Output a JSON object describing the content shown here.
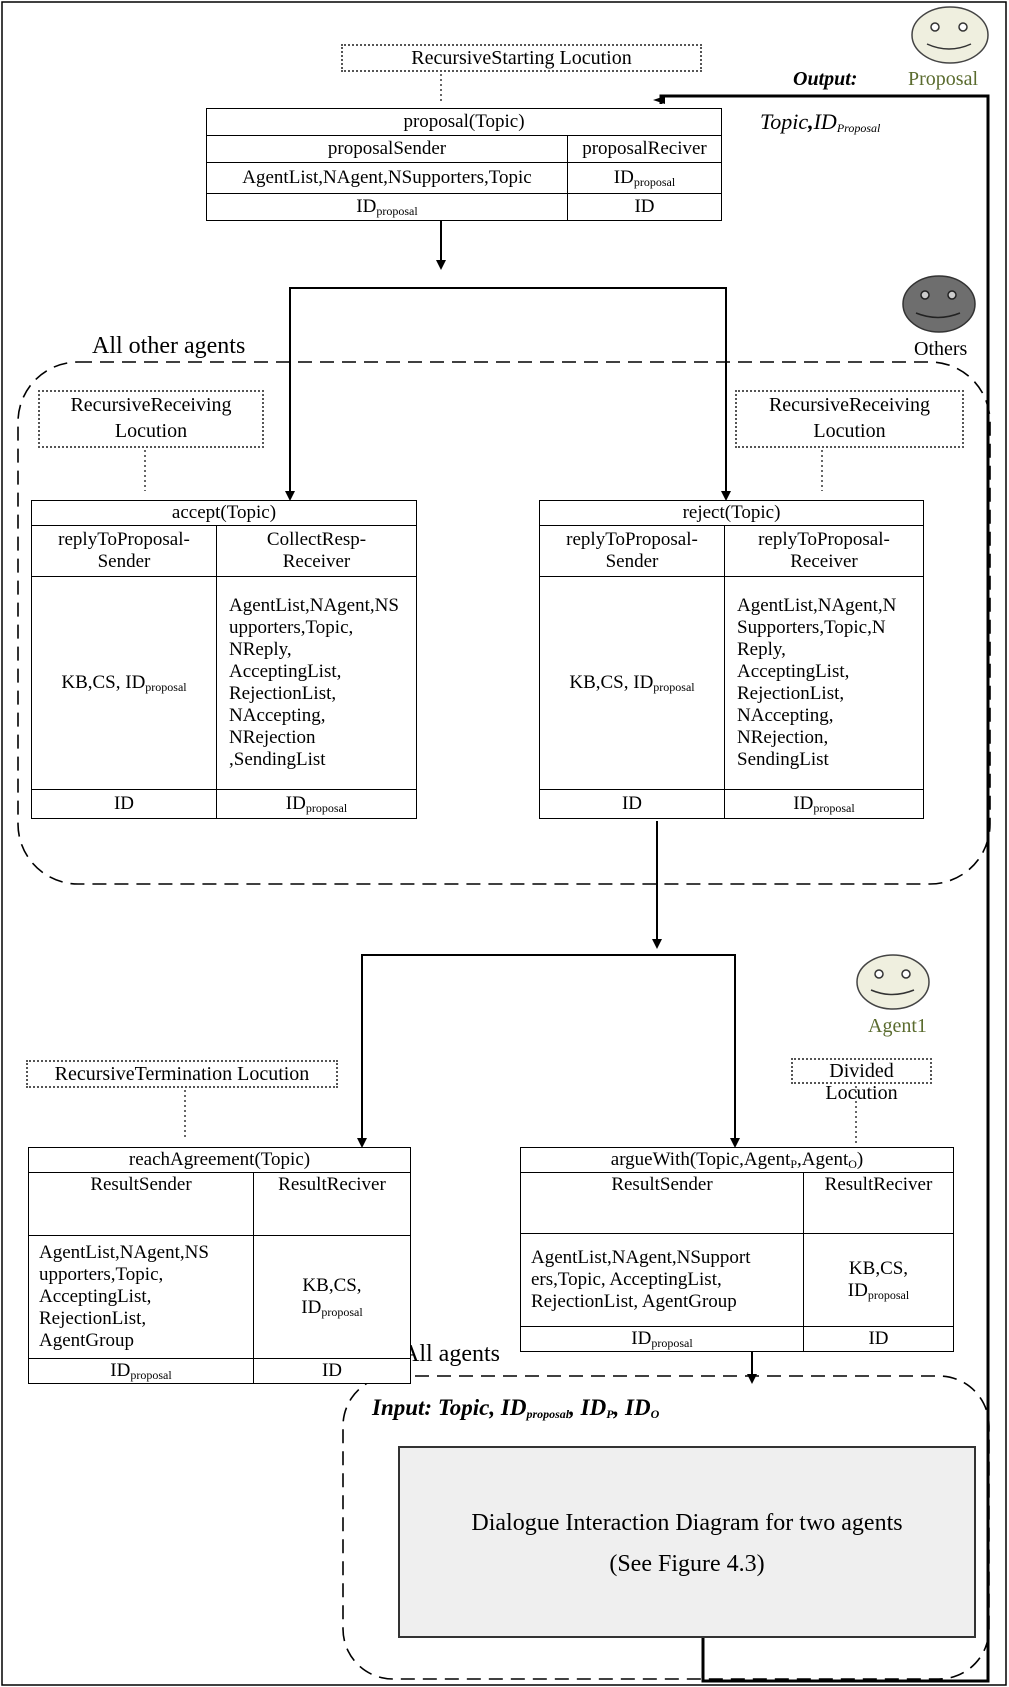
{
  "faces": {
    "proposal": {
      "label": "Proposal",
      "color": "#5a6b2e"
    },
    "others": {
      "label": "Others",
      "color": "#000000"
    },
    "agent1": {
      "label": "Agent1",
      "color": "#5a6b2e"
    }
  },
  "output": {
    "label": "Output:",
    "topic": "Topic",
    "comma": ",",
    "id": "ID",
    "id_sub": "Proposal"
  },
  "locations": {
    "start": "RecursiveStarting Locution",
    "receiving_left_1": "RecursiveReceiving",
    "receiving_left_2": "Locution",
    "receiving_right_1": "RecursiveReceiving",
    "receiving_right_2": "Locution",
    "termination": "RecursiveTermination Locution",
    "divided": "Divided Locution"
  },
  "groups": {
    "all_other_agents": "All other agents",
    "all_agents": "All agents"
  },
  "tables": {
    "proposal": {
      "title": "proposal(Topic)",
      "sender": "proposalSender",
      "receiver": "proposalReciver",
      "sender_params": "AgentList,NAgent,NSupporters,Topic",
      "receiver_params_id": "ID",
      "receiver_params_sub": "proposal",
      "foot_left_id": "ID",
      "foot_left_sub": "proposal",
      "foot_right": "ID"
    },
    "accept": {
      "title": "accept(Topic)",
      "sender_1": "replyToProposal-",
      "sender_2": "Sender",
      "receiver_1": "CollectResp-",
      "receiver_2": "Receiver",
      "sender_params": "KB,CS, ID",
      "sender_params_sub": "proposal",
      "receiver_params": [
        "AgentList,NAgent,NS",
        "upporters,Topic,",
        "NReply,",
        "AcceptingList,",
        "RejectionList,",
        "NAccepting,",
        "NRejection",
        ",SendingList"
      ],
      "foot_left": "ID",
      "foot_right_id": "ID",
      "foot_right_sub": "proposal"
    },
    "reject": {
      "title": "reject(Topic)",
      "sender_1": "replyToProposal-",
      "sender_2": "Sender",
      "receiver_1": "replyToProposal-",
      "receiver_2": "Receiver",
      "sender_params": "KB,CS, ID",
      "sender_params_sub": "proposal",
      "receiver_params": [
        "AgentList,NAgent,N",
        "Supporters,Topic,N",
        "Reply,",
        "AcceptingList,",
        "RejectionList,",
        "NAccepting,",
        "NRejection,",
        "SendingList"
      ],
      "foot_left": "ID",
      "foot_right_id": "ID",
      "foot_right_sub": "proposal"
    },
    "reach": {
      "title": "reachAgreement(Topic)",
      "sender": "ResultSender",
      "receiver": "ResultReciver",
      "sender_params": [
        "AgentList,NAgent,NS",
        "upporters,Topic,",
        "AcceptingList,",
        "RejectionList,",
        "AgentGroup"
      ],
      "receiver_params_1": "KB,CS,",
      "receiver_params_id": "ID",
      "receiver_params_sub": "proposal",
      "foot_left_id": "ID",
      "foot_left_sub": "proposal",
      "foot_right": "ID"
    },
    "argue": {
      "title_pre": "argueWith(Topic,Agent",
      "title_p": "P",
      "title_mid": ",Agent",
      "title_o": "O",
      "title_post": ")",
      "sender": "ResultSender",
      "receiver": "ResultReciver",
      "sender_params": [
        "AgentList,NAgent,NSupport",
        "ers,Topic, AcceptingList,",
        "RejectionList, AgentGroup"
      ],
      "receiver_params_1": "KB,CS,",
      "receiver_params_id": "ID",
      "receiver_params_sub": "proposal",
      "foot_left_id": "ID",
      "foot_left_sub": "proposal",
      "foot_right": "ID"
    }
  },
  "input": {
    "label": "Input: Topic, ID",
    "sub1": "proposal",
    "comma1": ", ID",
    "sub2": "P",
    "comma2": ", ID",
    "sub3": "O"
  },
  "dialogue": {
    "line1": "Dialogue Interaction Diagram for two agents",
    "line2": "(See Figure 4.3)"
  }
}
